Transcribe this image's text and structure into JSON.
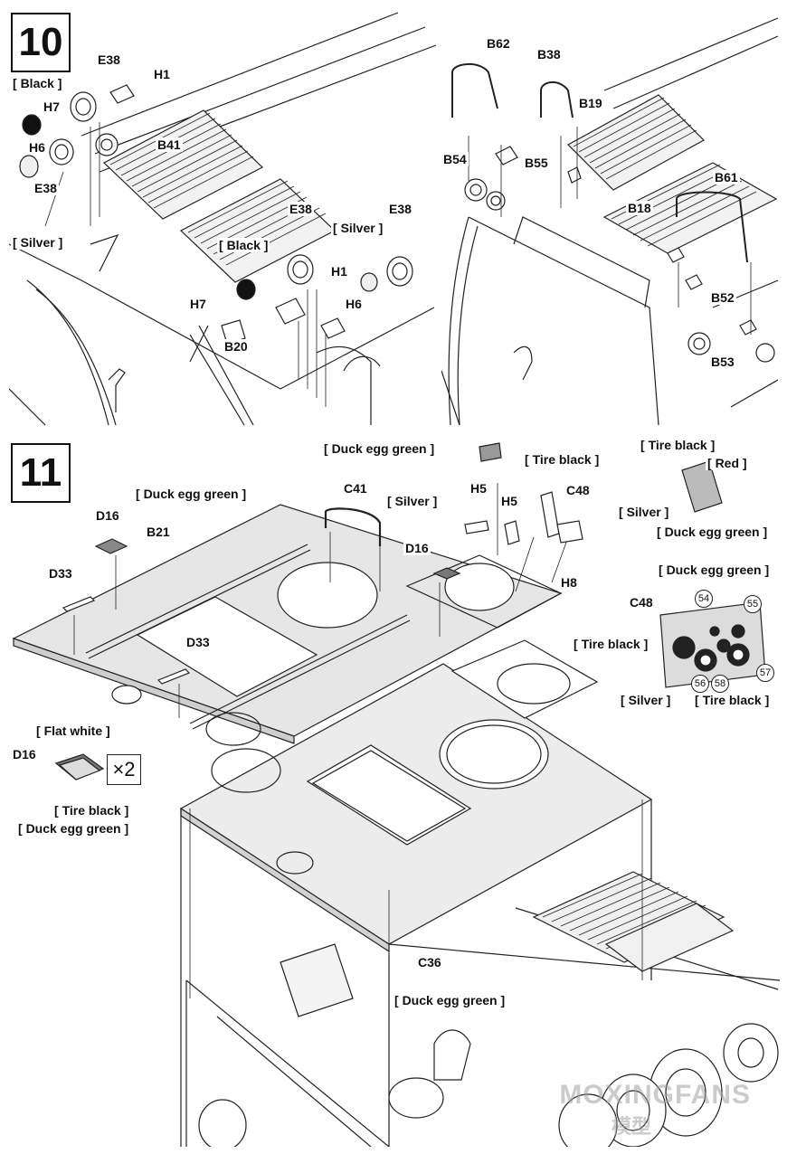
{
  "step10": {
    "number": "10",
    "labels": {
      "e38_a": "E38",
      "h1_a": "H1",
      "h7_a": "H7",
      "h6_a": "H6",
      "e38_b": "E38",
      "b41": "B41",
      "e38_c": "E38",
      "e38_d": "E38",
      "h7_b": "H7",
      "h6_b": "H6",
      "h1_b": "H1",
      "b20": "B20",
      "b62": "B62",
      "b38": "B38",
      "b19": "B19",
      "b54": "B54",
      "b55": "B55",
      "b61": "B61",
      "b18": "B18",
      "b52": "B52",
      "b53": "B53"
    },
    "paints": {
      "black_a": "Black",
      "silver_a": "Silver",
      "black_b": "Black",
      "silver_b": "Silver"
    }
  },
  "step11": {
    "number": "11",
    "labels": {
      "d16_a": "D16",
      "b21": "B21",
      "c41": "C41",
      "d33_a": "D33",
      "d33_b": "D33",
      "d16_b": "D16",
      "h5_a": "H5",
      "h5_b": "H5",
      "c48_a": "C48",
      "h8": "H8",
      "c48_b": "C48",
      "d16_c": "D16",
      "c36": "C36"
    },
    "paints": {
      "duck_a": "Duck egg green",
      "duck_b": "Duck egg green",
      "tire_a": "Tire black",
      "silver_a": "Silver",
      "tire_b": "Tire black",
      "red": "Red",
      "silver_b": "Silver",
      "duck_c": "Duck egg green",
      "duck_d": "Duck egg green",
      "tire_c": "Tire black",
      "silver_c": "Silver",
      "tire_d": "Tire black",
      "flat_white": "Flat white",
      "tire_e": "Tire black",
      "duck_e": "Duck egg green",
      "duck_f": "Duck egg green"
    },
    "gauges": {
      "g54": "54",
      "g55": "55",
      "g56": "56",
      "g57": "57",
      "g58": "58"
    },
    "multiplier": "×2"
  },
  "watermark": {
    "text": "MOXINGFANS",
    "sub": "模型"
  }
}
